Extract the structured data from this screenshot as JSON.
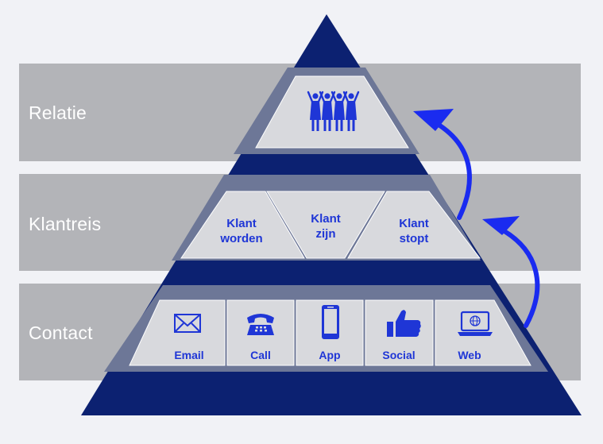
{
  "bands": [
    {
      "id": "relatie",
      "label": "Relatie"
    },
    {
      "id": "klantreis",
      "label": "Klantreis"
    },
    {
      "id": "contact",
      "label": "Contact"
    }
  ],
  "relatie": {
    "icon": "people-group-icon"
  },
  "klantreis": {
    "steps": [
      {
        "label": "Klant\nworden"
      },
      {
        "label": "Klant\nzijn"
      },
      {
        "label": "Klant\nstopt"
      }
    ]
  },
  "contact": {
    "channels": [
      {
        "label": "Email",
        "icon": "envelope-icon"
      },
      {
        "label": "Call",
        "icon": "telephone-icon"
      },
      {
        "label": "App",
        "icon": "smartphone-icon"
      },
      {
        "label": "Social",
        "icon": "thumbs-up-icon"
      },
      {
        "label": "Web",
        "icon": "laptop-globe-icon"
      }
    ]
  },
  "colors": {
    "background": "#f1f2f6",
    "band": "#b3b4b8",
    "pyramid_dark": "#0c2171",
    "pyramid_mid": "#6d7797",
    "cell": "#d8d9dd",
    "accent": "#1f36d6",
    "arrow": "#1a2bf0"
  }
}
